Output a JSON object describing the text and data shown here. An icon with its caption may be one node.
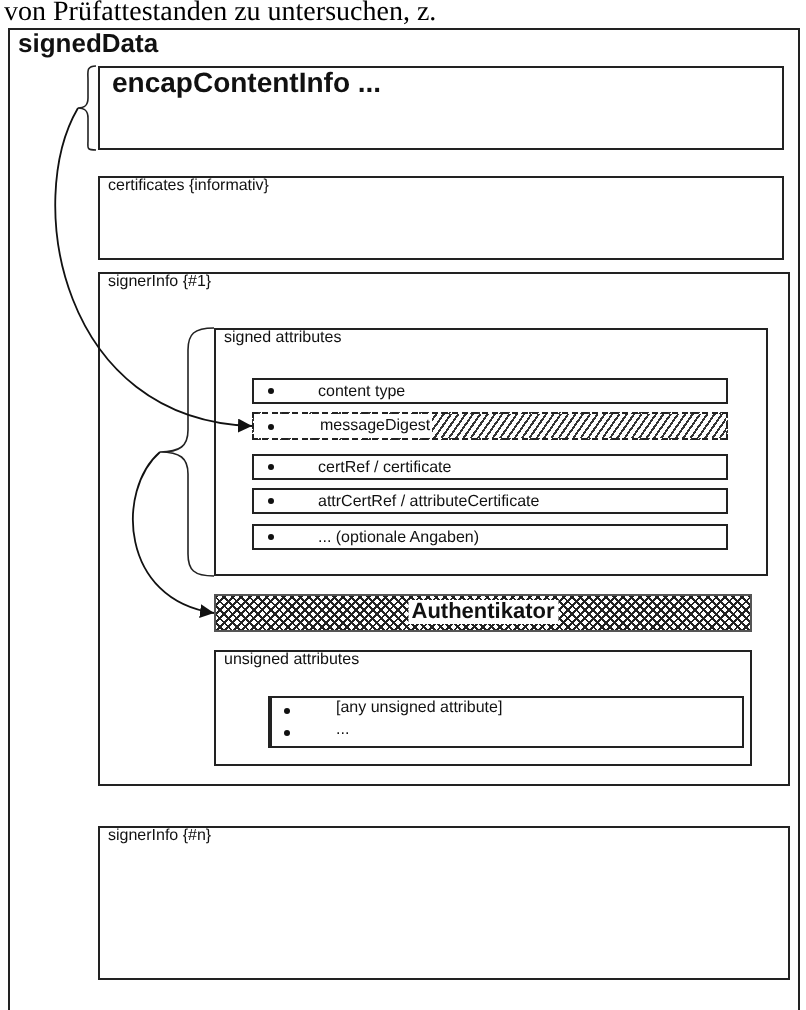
{
  "diagram": {
    "nodes": [
      {
        "text": [
          "signedData"
        ]
      },
      {
        "text": [
          "encapContentInfo ..."
        ],
        "in": 0
      },
      {
        "text": [
          "certificates {informativ}"
        ],
        "in": 0
      },
      {
        "text": [
          "signerInfo {#1}"
        ],
        "in": 0
      },
      {
        "text": [
          "signed attributes"
        ],
        "in": 3
      },
      {
        "text": [
          "content type"
        ],
        "in": 4
      },
      {
        "text": [
          "messageDigest"
        ],
        "in": 4
      },
      {
        "text": [
          "certRef / certificate"
        ],
        "in": 4
      },
      {
        "text": [
          "attrCertRef / attributeCertificate"
        ],
        "in": 4
      },
      {
        "text": [
          "... (optionale Angaben)"
        ],
        "in": 4
      },
      {
        "text": [
          "Authentikator"
        ],
        "in": 3
      },
      {
        "text": [
          "unsigned attributes"
        ],
        "in": 3
      },
      {
        "text": [
          "[any unsigned attribute]",
          "..."
        ],
        "in": 11
      },
      {
        "text": [
          "signerInfo {#n}"
        ],
        "in": 0
      }
    ],
    "edges": [
      {
        "from": 1,
        "to": 6,
        "arrow": "to"
      },
      {
        "from": 4,
        "to": 10,
        "arrow": "to"
      }
    ],
    "labels": [
      "von Prüfattestanden zu untersuchen, z."
    ]
  }
}
